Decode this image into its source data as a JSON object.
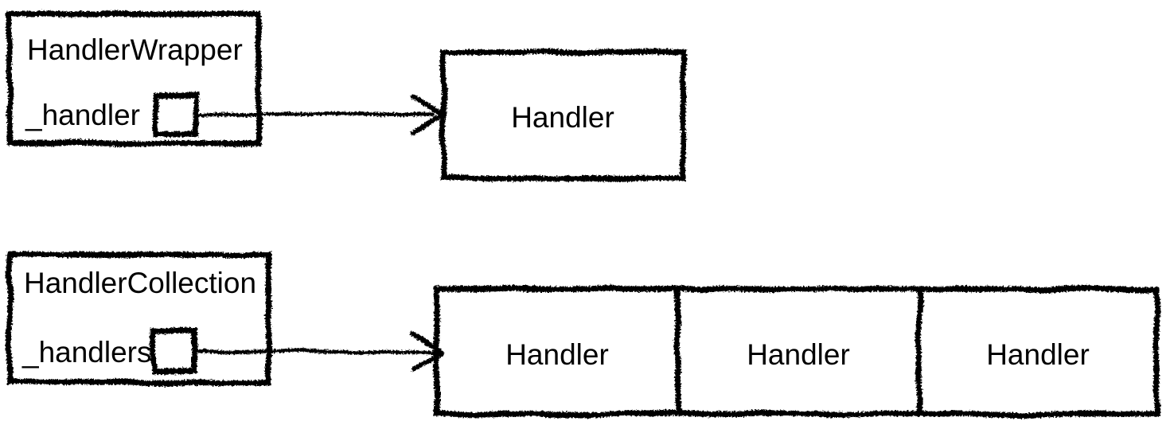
{
  "colors": {
    "ink": "#000000",
    "background": "#ffffff"
  },
  "diagram": {
    "rows": [
      {
        "source": {
          "title": "HandlerWrapper",
          "field": "_handler"
        },
        "targets": [
          {
            "label": "Handler"
          }
        ]
      },
      {
        "source": {
          "title": "HandlerCollection",
          "field": "_handlers"
        },
        "targets": [
          {
            "label": "Handler"
          },
          {
            "label": "Handler"
          },
          {
            "label": "Handler"
          }
        ]
      }
    ]
  }
}
